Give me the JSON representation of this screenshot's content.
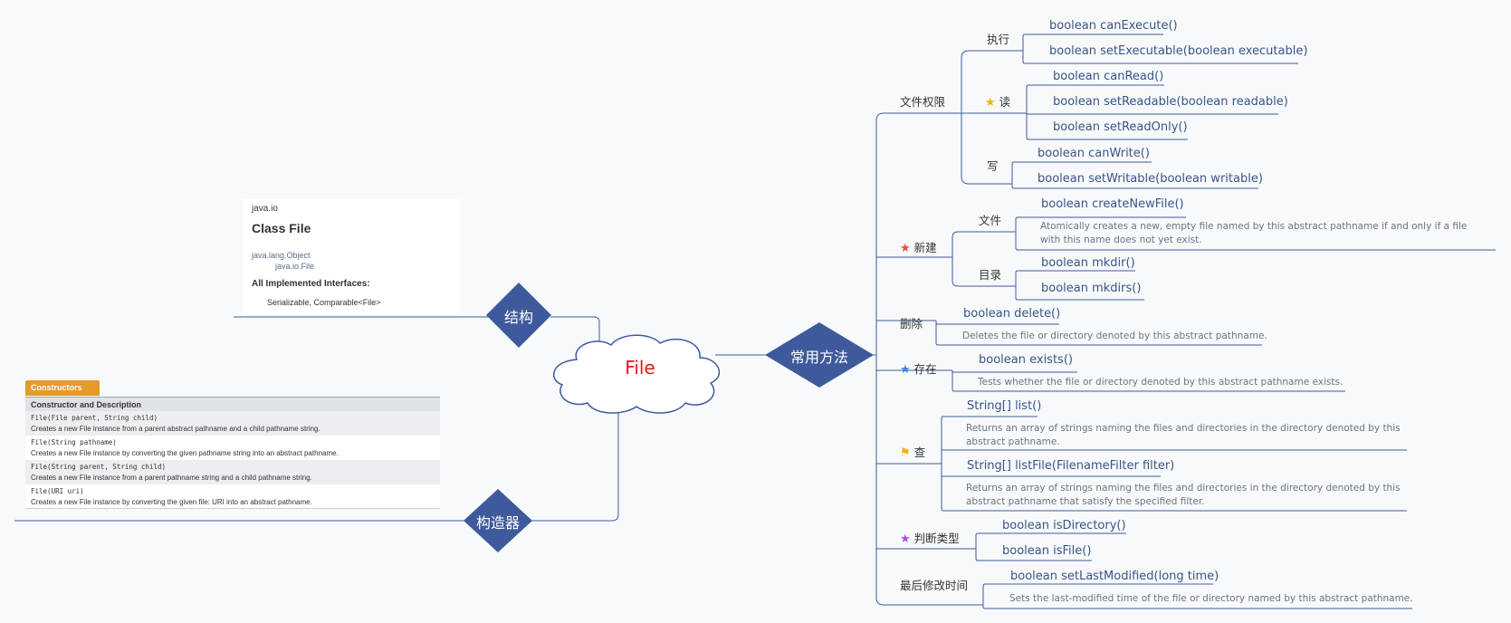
{
  "center": {
    "label": "File"
  },
  "structure": {
    "label": "结构",
    "card": {
      "package": "java.io",
      "title": "Class File",
      "hierarchy_1": "java.lang.Object",
      "hierarchy_2": "java.io.File",
      "interfaces_title": "All Implemented Interfaces:",
      "interfaces": "Serializable, Comparable<File>"
    }
  },
  "constructor_branch": {
    "label": "构造器",
    "table": {
      "tab": "Constructors",
      "header": "Constructor and Description",
      "rows": [
        {
          "sig": "File(File  parent, String  child)",
          "desc": "Creates a new File instance from a parent abstract pathname and a child pathname string."
        },
        {
          "sig": "File(String  pathname)",
          "desc": "Creates a new File instance by converting the given pathname string into an abstract pathname."
        },
        {
          "sig": "File(String  parent, String  child)",
          "desc": "Creates a new File instance from a parent pathname string and a child pathname string."
        },
        {
          "sig": "File(URI  uri)",
          "desc": "Creates a new File instance by converting the given file: URI into an abstract pathname."
        }
      ]
    }
  },
  "methods": {
    "label": "常用方法",
    "permissions": {
      "label": "文件权限",
      "execute": {
        "label": "执行",
        "items": [
          "boolean canExecute()",
          "boolean setExecutable(boolean executable)"
        ]
      },
      "read": {
        "label": "读",
        "items": [
          "boolean canRead()",
          "boolean setReadable(boolean readable)",
          "boolean setReadOnly()"
        ]
      },
      "write": {
        "label": "写",
        "items": [
          "boolean canWrite()",
          "boolean setWritable(boolean writable)"
        ]
      }
    },
    "create": {
      "label": "新建",
      "file": {
        "label": "文件",
        "method": "boolean createNewFile()",
        "desc": "Atomically creates a new, empty file named by this abstract pathname if and only if a file with this name does not yet exist."
      },
      "dir": {
        "label": "目录",
        "items": [
          "boolean mkdir()",
          "boolean mkdirs()"
        ]
      }
    },
    "delete": {
      "label": "删除",
      "method": "boolean delete()",
      "desc": "Deletes the file or directory denoted by this abstract pathname."
    },
    "exists": {
      "label": "存在",
      "method": "boolean exists()",
      "desc": "Tests whether the file or directory denoted by this abstract pathname exists."
    },
    "query": {
      "label": "查",
      "list": {
        "method": "String[] list()",
        "desc": "Returns an array of strings naming the files and directories in the directory denoted by this abstract pathname."
      },
      "listfile": {
        "method": "String[] listFile(FilenameFilter filter)",
        "desc": "Returns an array of strings naming the files and directories in the directory denoted by this abstract pathname that satisfy the specified filter."
      }
    },
    "type": {
      "label": "判断类型",
      "items": [
        "boolean isDirectory()",
        "boolean isFile()"
      ]
    },
    "modified": {
      "label": "最后修改时间",
      "method": "boolean setLastModified(long time)",
      "desc": "Sets the last-modified time of the file or directory named by this abstract pathname."
    }
  },
  "colors": {
    "node": "#3f5a9c",
    "line": "#3f5a9c",
    "center_text": "#e0191b",
    "star_red": "#e84b3c",
    "star_yellow": "#f4b400",
    "star_blue": "#3b82e0",
    "star_purple": "#b04cd6",
    "flag": "#f4b400"
  },
  "icons": {
    "read": "star-icon",
    "create": "star-icon",
    "exists": "star-icon",
    "query": "flag-icon",
    "type": "star-icon"
  }
}
